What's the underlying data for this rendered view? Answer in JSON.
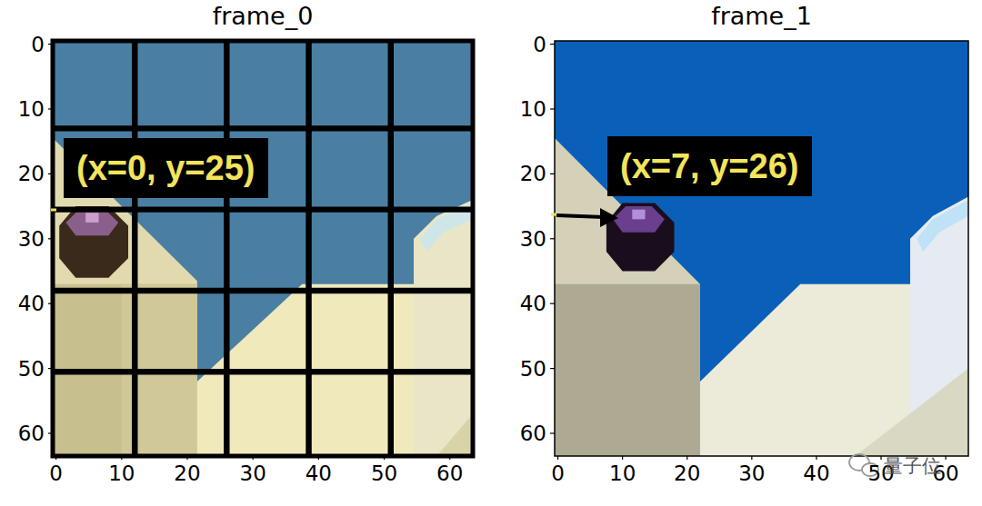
{
  "diagram": {
    "nodes": [
      {
        "text": [
          "(x=0, y=25)"
        ]
      },
      {
        "text": [
          "(x=7, y=26)"
        ]
      }
    ],
    "labels": [
      "frame_0",
      "0",
      "10",
      "20",
      "30",
      "40",
      "50",
      "60",
      "0",
      "10",
      "20",
      "30",
      "40",
      "50",
      "60",
      "frame_1",
      "0",
      "10",
      "20",
      "30",
      "40",
      "50",
      "60",
      "0",
      "10",
      "20",
      "30",
      "40",
      "50",
      "60",
      "量子位"
    ]
  }
}
